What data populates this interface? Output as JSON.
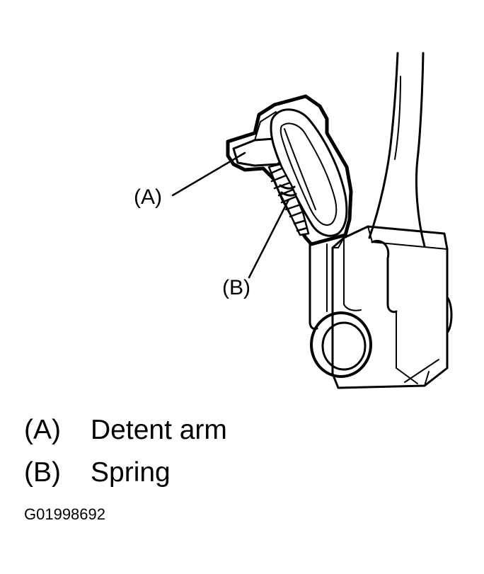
{
  "callouts": {
    "a": "(A)",
    "b": "(B)"
  },
  "legend": [
    {
      "key": "(A)",
      "label": "Detent arm"
    },
    {
      "key": "(B)",
      "label": "Spring"
    }
  ],
  "figure_id": "G01998692",
  "colors": {
    "ink": "#000000",
    "paper": "#ffffff"
  }
}
